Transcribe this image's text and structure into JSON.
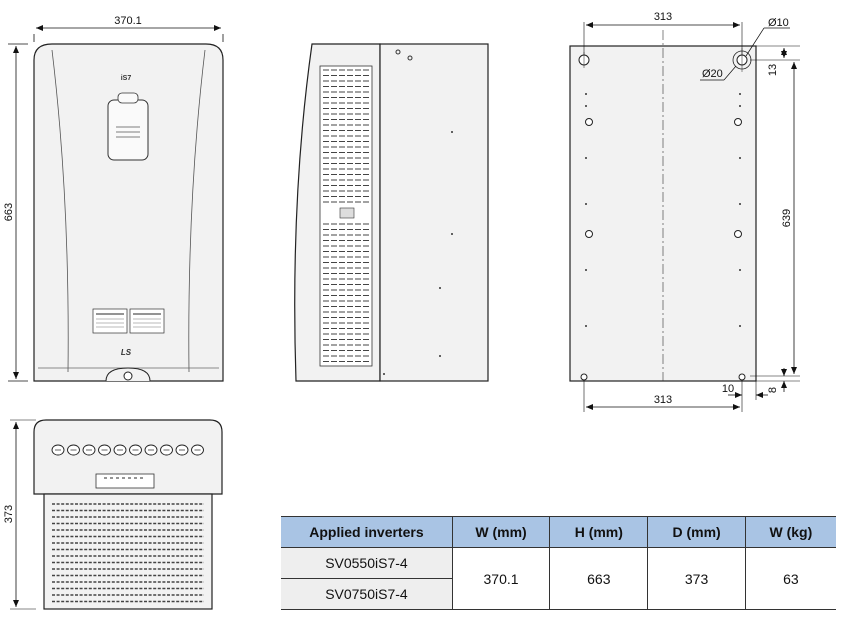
{
  "front_view": {
    "width_label": "370.1",
    "height_label": "663",
    "brand_text": "iS7",
    "logo_text": "LS"
  },
  "bottom_view": {
    "depth_label": "373"
  },
  "rear_view": {
    "top_width_label": "313",
    "bottom_width_label": "313",
    "hole_small_label": "Ø10",
    "hole_large_label": "Ø20",
    "top_offset_label": "13",
    "vertical_spacing_label": "639",
    "bottom_offset_label": "8",
    "edge_offset_label": "10"
  },
  "spec_table": {
    "headers": [
      "Applied inverters",
      "W (mm)",
      "H (mm)",
      "D (mm)",
      "W (kg)"
    ],
    "models": [
      "SV0550iS7-4",
      "SV0750iS7-4"
    ],
    "values": [
      "370.1",
      "663",
      "373",
      "63"
    ]
  },
  "colors": {
    "table_header_bg": "#a9c4e4",
    "model_cell_bg": "#eeeeee",
    "panel_fill": "#f2f2f2"
  }
}
